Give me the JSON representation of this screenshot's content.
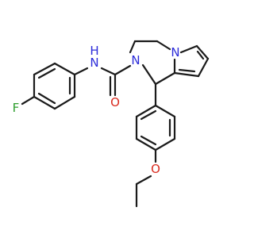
{
  "molecule": {
    "atoms": {
      "nh": {
        "symbol": "N",
        "h_label": "H",
        "color": "#2b2bd9"
      },
      "o_carbonyl": {
        "symbol": "O",
        "color": "#d92b1f"
      },
      "n_amide": {
        "symbol": "N",
        "color": "#2b2bd9"
      },
      "n_pyrrole": {
        "symbol": "N",
        "color": "#2b2bd9"
      },
      "f": {
        "symbol": "F",
        "color": "#2e9e2e"
      },
      "o_ether": {
        "symbol": "O",
        "color": "#d92b1f"
      }
    },
    "bond_color": "#1a1a1a"
  }
}
